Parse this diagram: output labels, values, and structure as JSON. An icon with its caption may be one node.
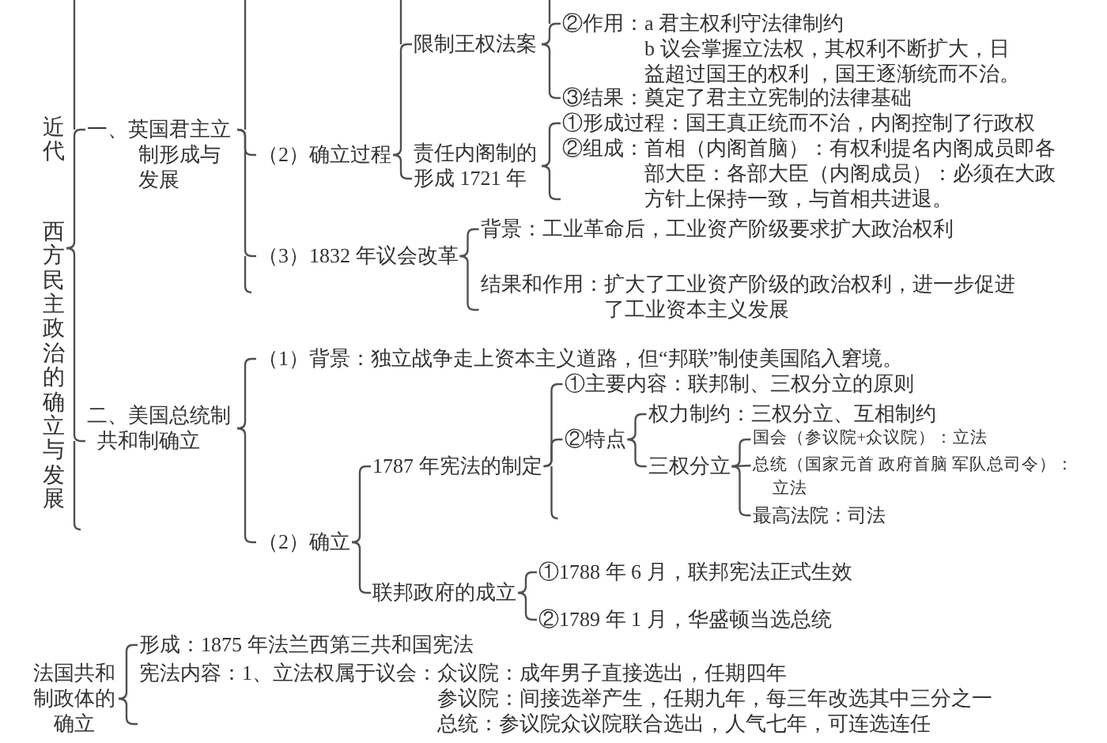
{
  "diagram": {
    "nodes": [
      {
        "text": [
          "近代",
          "西方民主政治的确立与发展"
        ]
      },
      {
        "text": [
          "一、英国君主立制形成与发展"
        ]
      },
      {
        "text": [
          "（2）确立过程"
        ]
      },
      {
        "text": [
          "限制王权法案"
        ]
      },
      {
        "text": [
          "②作用：",
          "a 君主权利守法律制约",
          "b 议会掌握立法权，其权利不断扩大，日益超过国王的权利 ，国王逐渐统而不治。"
        ]
      },
      {
        "text": [
          "③结果：奠定了君主立宪制的法律基础"
        ]
      },
      {
        "text": [
          "责任内阁制的形成 1721 年"
        ]
      },
      {
        "text": [
          "①形成过程：国王真正统而不治，内阁控制了行政权"
        ]
      },
      {
        "text": [
          "②组成：",
          "首相（内阁首脑）：有权利提名内阁成员即各部大臣：各部大臣（内阁成员）：必须在大政方针上保持一致，与首相共进退。"
        ]
      },
      {
        "text": [
          "（3）1832 年议会改革"
        ]
      },
      {
        "text": [
          "背景：工业革命后，工业资产阶级要求扩大政治权利"
        ]
      },
      {
        "text": [
          "结果和作用：扩大了工业资产阶级的政治权利，进一步促进了工业资本主义发展"
        ]
      },
      {
        "text": [
          "二、美国总统制共和制确立"
        ]
      },
      {
        "text": [
          "（1）背景：独立战争走上资本主义道路，但“邦联”制使美国陷入窘境。"
        ]
      },
      {
        "text": [
          "（2）确立"
        ]
      },
      {
        "text": [
          "1787 年宪法的制定"
        ]
      },
      {
        "text": [
          "①主要内容：联邦制、三权分立的原则"
        ]
      },
      {
        "text": [
          "②特点"
        ]
      },
      {
        "text": [
          "权力制约：三权分立、互相制约"
        ]
      },
      {
        "text": [
          "三权分立"
        ]
      },
      {
        "text": [
          "国会（参议院+众议院）：立法"
        ]
      },
      {
        "text": [
          "总统（国家元首 政府首脑 军队总司令）：立法"
        ]
      },
      {
        "text": [
          "最高法院：司法"
        ]
      },
      {
        "text": [
          "联邦政府的成立"
        ]
      },
      {
        "text": [
          "①1788 年 6 月，联邦宪法正式生效"
        ]
      },
      {
        "text": [
          "②1789 年 1 月，华盛顿当选总统"
        ]
      },
      {
        "text": [
          "法国共和制政体的确立"
        ]
      },
      {
        "text": [
          "形成：1875 年法兰西第三共和国宪法"
        ]
      },
      {
        "text": [
          "宪法内容：1、立法权属于议会：",
          "众议院：成年男子直接选出，任期四年",
          "参议院：间接选举产生，任期九年，每三年改选其中三分之一",
          "总统：参议院众议院联合选出，人气七年，可连选连任"
        ]
      }
    ],
    "edges": [
      {
        "from": 0,
        "to": 1,
        "arrow": "none"
      },
      {
        "from": 0,
        "to": 12,
        "arrow": "none"
      },
      {
        "from": 1,
        "to": 2,
        "arrow": "none"
      },
      {
        "from": 1,
        "to": 9,
        "arrow": "none"
      },
      {
        "from": 2,
        "to": 3,
        "arrow": "none"
      },
      {
        "from": 2,
        "to": 6,
        "arrow": "none"
      },
      {
        "from": 3,
        "to": 4,
        "arrow": "none"
      },
      {
        "from": 3,
        "to": 5,
        "arrow": "none"
      },
      {
        "from": 6,
        "to": 7,
        "arrow": "none"
      },
      {
        "from": 6,
        "to": 8,
        "arrow": "none"
      },
      {
        "from": 9,
        "to": 10,
        "arrow": "none"
      },
      {
        "from": 9,
        "to": 11,
        "arrow": "none"
      },
      {
        "from": 12,
        "to": 13,
        "arrow": "none"
      },
      {
        "from": 12,
        "to": 14,
        "arrow": "none"
      },
      {
        "from": 14,
        "to": 15,
        "arrow": "none"
      },
      {
        "from": 14,
        "to": 23,
        "arrow": "none"
      },
      {
        "from": 15,
        "to": 16,
        "arrow": "none"
      },
      {
        "from": 15,
        "to": 17,
        "arrow": "none"
      },
      {
        "from": 17,
        "to": 18,
        "arrow": "none"
      },
      {
        "from": 17,
        "to": 19,
        "arrow": "none"
      },
      {
        "from": 19,
        "to": 20,
        "arrow": "none"
      },
      {
        "from": 19,
        "to": 21,
        "arrow": "none"
      },
      {
        "from": 19,
        "to": 22,
        "arrow": "none"
      },
      {
        "from": 23,
        "to": 24,
        "arrow": "none"
      },
      {
        "from": 23,
        "to": 25,
        "arrow": "none"
      },
      {
        "from": 26,
        "to": 27,
        "arrow": "none"
      },
      {
        "from": 26,
        "to": 28,
        "arrow": "none"
      }
    ]
  }
}
